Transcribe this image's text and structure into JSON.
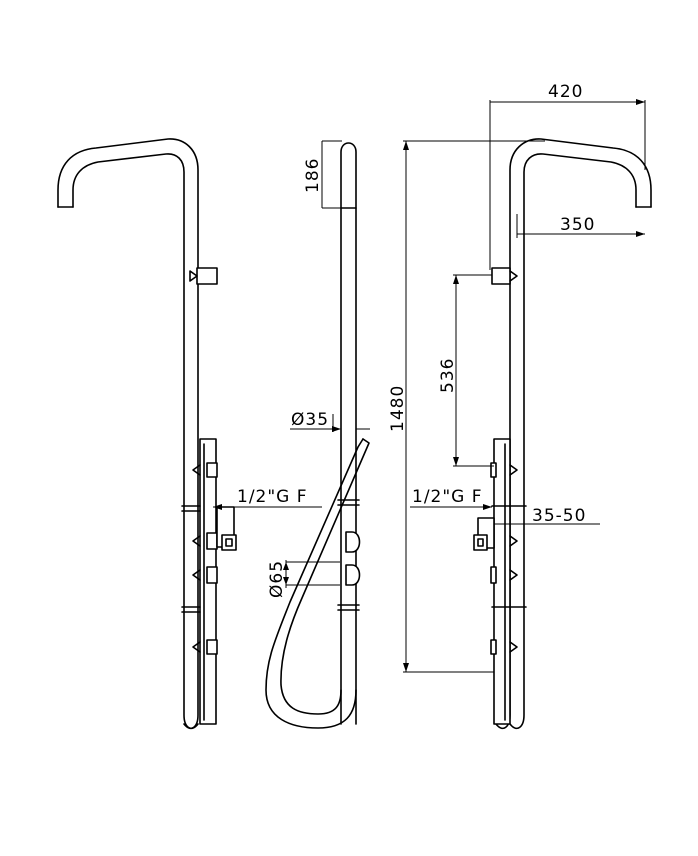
{
  "dimensions": {
    "d420": "420",
    "d350": "350",
    "d186": "186",
    "d1480": "1480",
    "d536": "536",
    "d35": "Ø35",
    "d65": "Ø65",
    "thread_left": "1/2\"G F",
    "thread_right": "1/2\"G F",
    "d35_50": "35-50"
  }
}
